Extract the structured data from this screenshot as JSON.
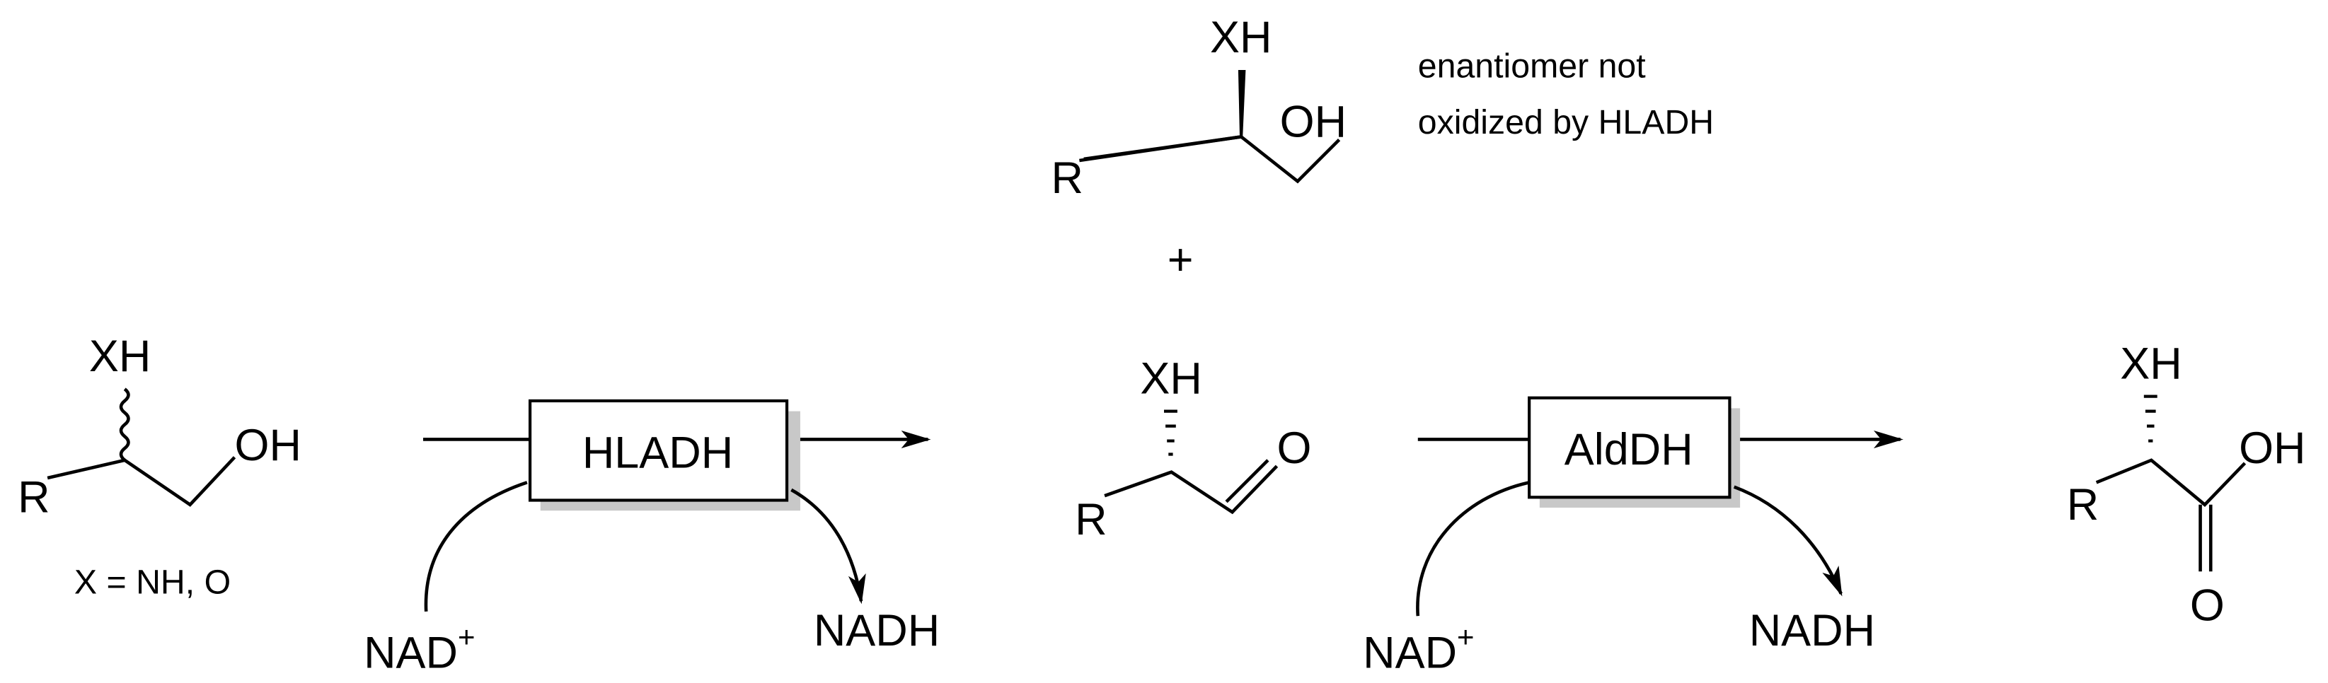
{
  "substrate": {
    "xh": "XH",
    "r": "R",
    "oh": "OH",
    "x_definition": "X = NH, O"
  },
  "step1": {
    "enzyme": "HLADH",
    "cofactor_in": "NAD",
    "cofactor_in_charge": "+",
    "cofactor_out": "NADH"
  },
  "unreacted_enantiomer": {
    "xh": "XH",
    "r": "R",
    "oh": "OH",
    "note_line1": "enantiomer not",
    "note_line2": "oxidized by HLADH"
  },
  "plus": "+",
  "aldehyde": {
    "xh": "XH",
    "r": "R",
    "o": "O"
  },
  "step2": {
    "enzyme": "AldDH",
    "cofactor_in": "NAD",
    "cofactor_in_charge": "+",
    "cofactor_out": "NADH"
  },
  "acid": {
    "xh": "XH",
    "r": "R",
    "oh": "OH",
    "o": "O"
  },
  "colors": {
    "box_shadow": "#c8c8c8",
    "line": "#000000"
  }
}
